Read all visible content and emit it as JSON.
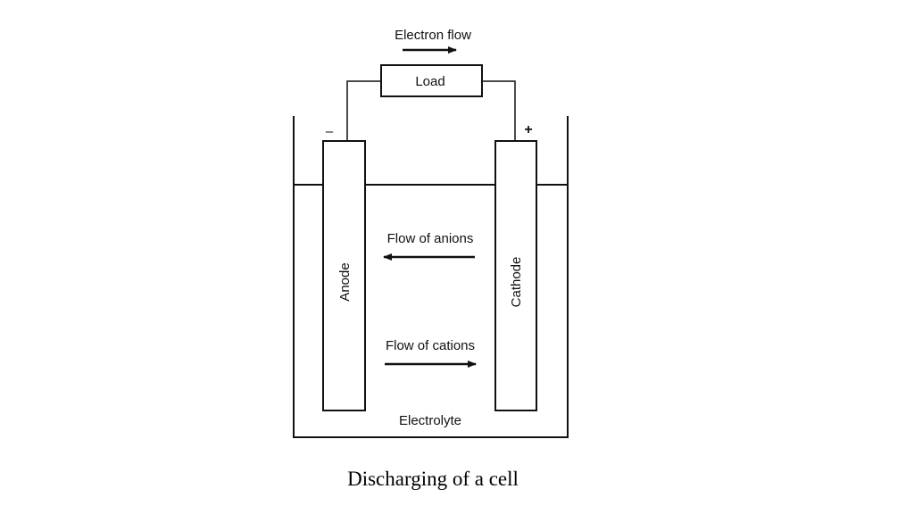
{
  "diagram": {
    "electron_flow_label": "Electron flow",
    "load_label": "Load",
    "negative_sign": "–",
    "positive_sign": "+",
    "anode_label": "Anode",
    "cathode_label": "Cathode",
    "anions_label": "Flow of anions",
    "cations_label": "Flow of cations",
    "electrolyte_label": "Electrolyte"
  },
  "caption": "Discharging of a cell"
}
